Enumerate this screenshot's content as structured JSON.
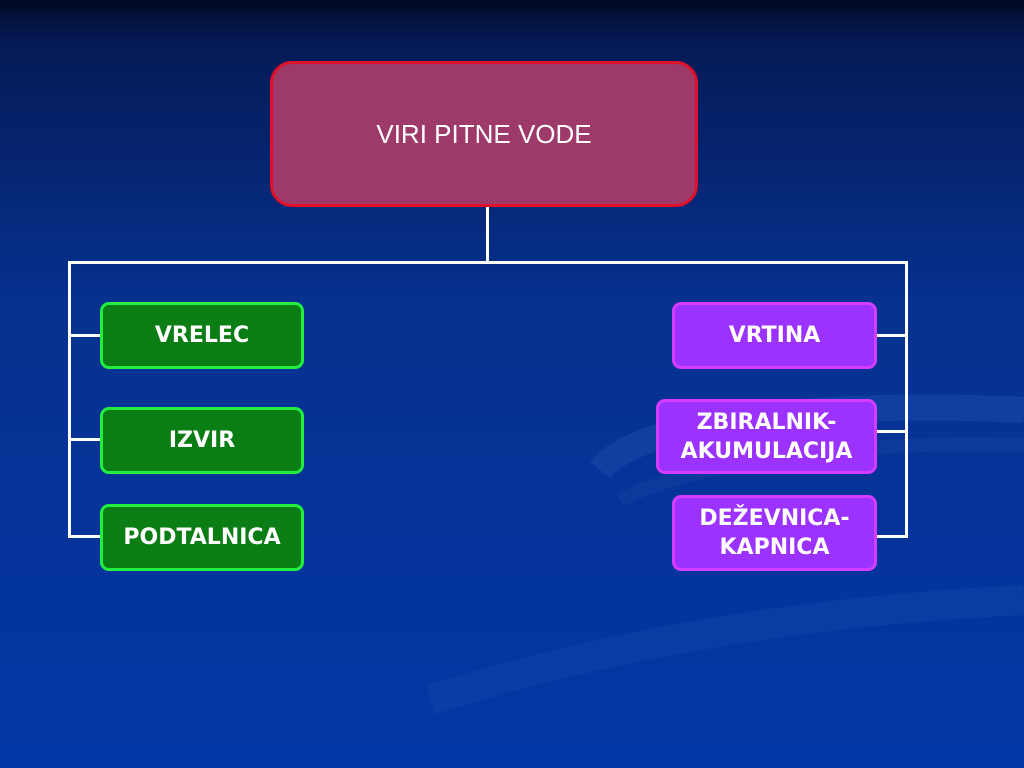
{
  "diagram": {
    "root": {
      "label": "VIRI PITNE VODE"
    },
    "left_nodes": [
      {
        "label": "VRELEC"
      },
      {
        "label": "IZVIR"
      },
      {
        "label": "PODTALNICA"
      }
    ],
    "right_nodes": [
      {
        "label": "VRTINA"
      },
      {
        "label": "ZBIRALNIK-\nAKUMULACIJA"
      },
      {
        "label": "DEŽEVNICA-\nKAPNICA"
      }
    ],
    "colors": {
      "root_fill": "#9e3a6a",
      "root_border": "#e0102a",
      "left_fill": "#0a7d14",
      "left_border": "#21ee3e",
      "right_fill": "#9c32ff",
      "right_border": "#d63cff",
      "connector": "#ffffff"
    }
  }
}
